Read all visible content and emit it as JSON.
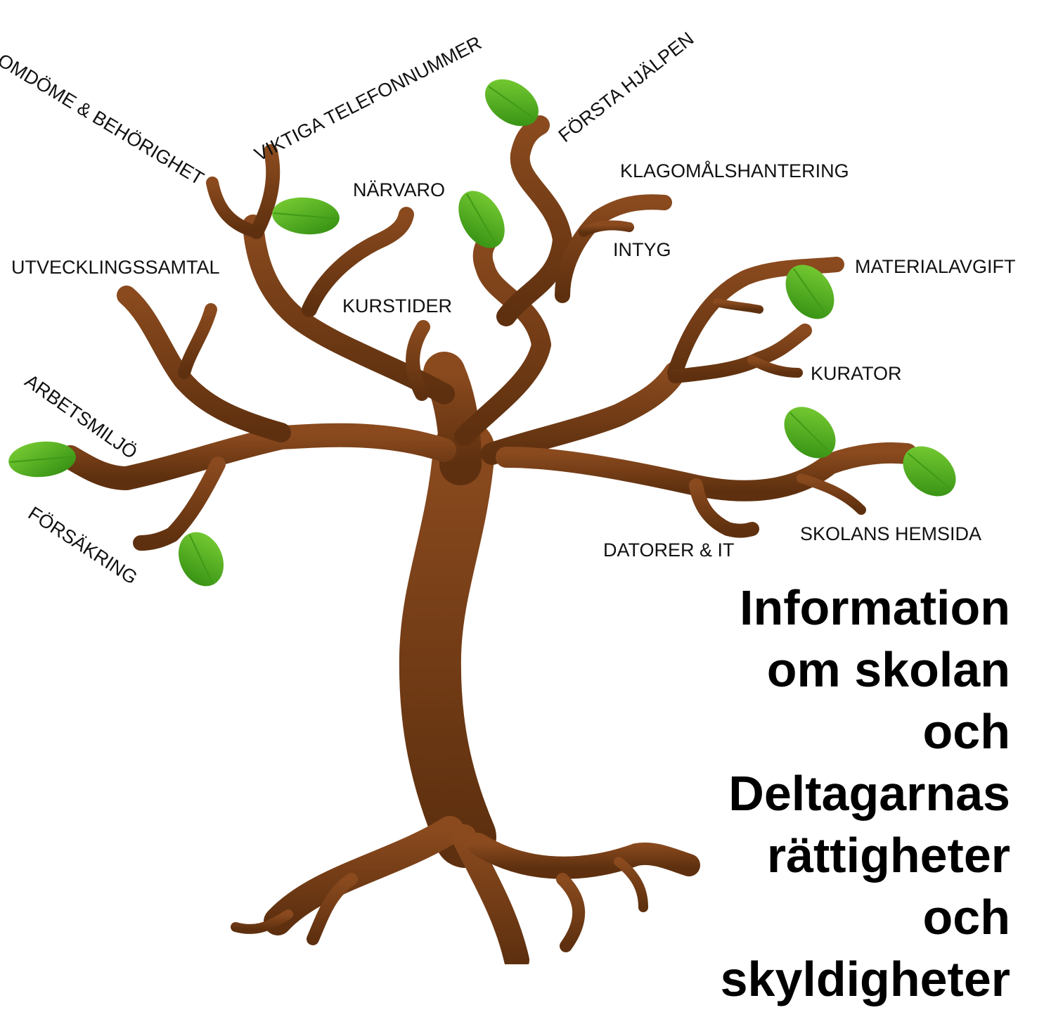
{
  "labels": {
    "omdome": "OMDÖME & BEHÖRIGHET",
    "telefon": "VIKTIGA TELEFONNUMMER",
    "forsta_hjalpen": "FÖRSTA HJÄLPEN",
    "klagomal": "KLAGOMÅLSHANTERING",
    "narvaro": "NÄRVARO",
    "intyg": "INTYG",
    "utveckling": "UTVECKLINGSSAMTAL",
    "material": "MATERIALAVGIFT",
    "kurstider": "KURSTIDER",
    "kurator": "KURATOR",
    "arbetsmiljo": "ARBETSMILJÖ",
    "forsakring": "FÖRSÄKRING",
    "datorer": "DATORER & IT",
    "hemsida": "SKOLANS HEMSIDA"
  },
  "title": {
    "lines": [
      "Information",
      "om skolan",
      "och",
      "Deltagarnas",
      "rättigheter",
      "och",
      "skyldigheter"
    ]
  },
  "colors": {
    "trunk": "#7a4218",
    "leaf_light": "#6cc62a",
    "leaf_dark": "#2f8a10",
    "text": "#111111"
  }
}
